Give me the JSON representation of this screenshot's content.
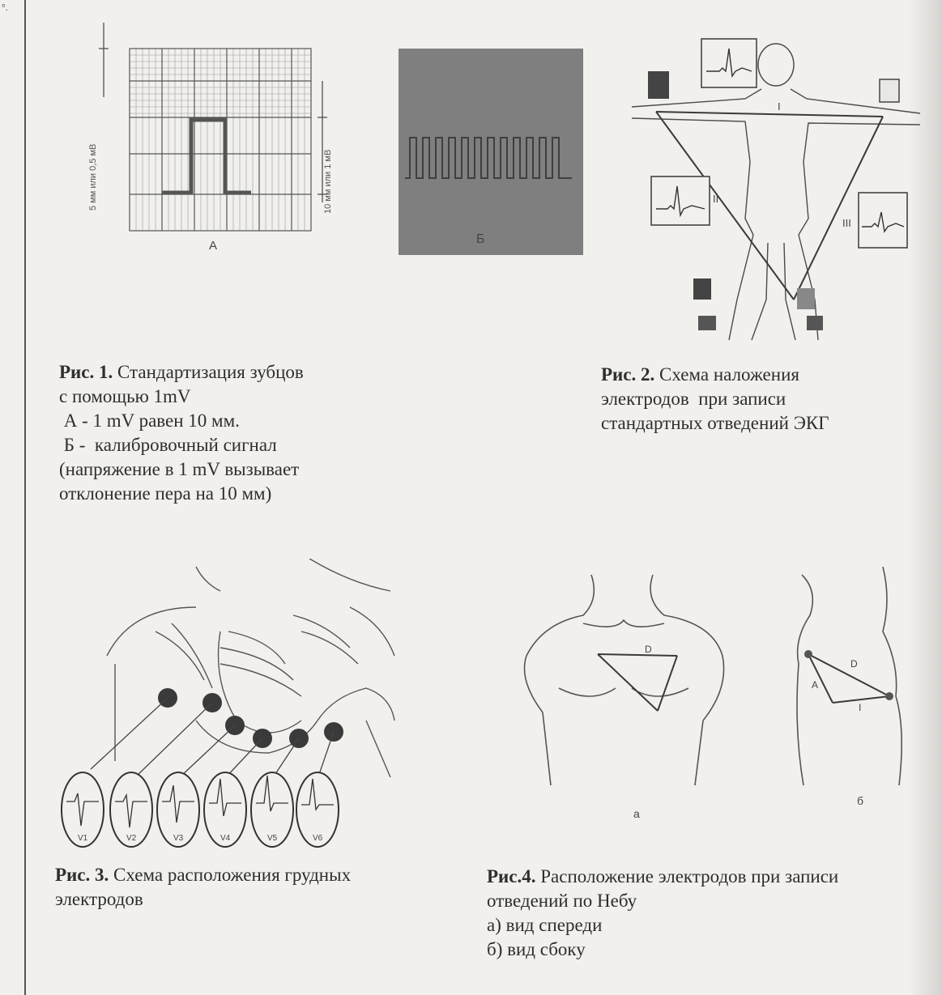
{
  "corner_mark": "°.",
  "fig1": {
    "label_a": "A",
    "label_b": "Б",
    "axis_left": "5 мм или 0,5 мВ",
    "axis_right": "10 мм или 1 мВ",
    "caption": {
      "num": "Рис. 1.",
      "line1": " Стандартизация зубцов",
      "line2": "с помощью 1mV",
      "line3": " А - 1 mV равен 10 мм.",
      "line4": " Б -  калибровочный сигнал",
      "line5": "(напряжение в 1 mV вызывает",
      "line6": "отклонение пера на 10 мм)"
    }
  },
  "fig2": {
    "lead_labels": [
      "I",
      "II",
      "III"
    ],
    "caption": {
      "num": "Рис. 2.",
      "line1": " Схема наложения",
      "line2": "электродов  при записи",
      "line3": "стандартных отведений ЭКГ"
    }
  },
  "fig3": {
    "leads": [
      "V1",
      "V2",
      "V3",
      "V4",
      "V5",
      "V6"
    ],
    "caption": {
      "num": "Рис. 3.",
      "line1": " Схема расположения грудных",
      "line2": "электродов"
    }
  },
  "fig4": {
    "label_a": "а",
    "label_b": "б",
    "points": [
      "D",
      "A",
      "I"
    ],
    "caption": {
      "num": "Рис.4.",
      "line1": " Расположение электродов при записи",
      "line2": "отведений по Небу",
      "line3": "а) вид спереди",
      "line4": "б) вид сбоку"
    }
  }
}
